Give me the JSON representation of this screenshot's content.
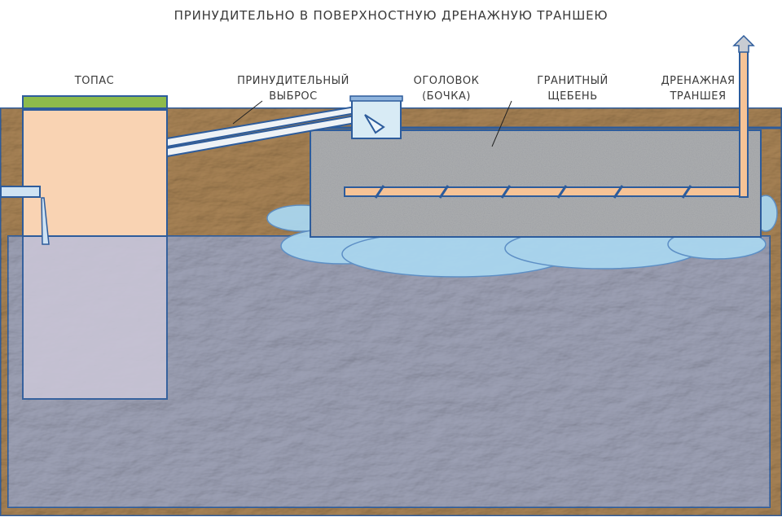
{
  "title": "ПРИНУДИТЕЛЬНО В ПОВЕРХНОСТНУЮ ДРЕНАЖНУЮ ТРАНШЕЮ",
  "labels": {
    "topas": "ТОПАС",
    "forced_discharge": [
      "ПРИНУДИТЕЛЬНЫЙ",
      "ВЫБРОС"
    ],
    "head": [
      "ОГОЛОВОК",
      "(БОЧКА)"
    ],
    "granite_gravel": [
      "ГРАНИТНЫЙ",
      "ЩЕБЕНЬ"
    ],
    "drainage_trench": [
      "ДРЕНАЖНАЯ",
      "ТРАНШЕЯ"
    ]
  },
  "colors": {
    "outline": "#2d5c9c",
    "soil": "#a98456",
    "groundwater": "#9ea2b6",
    "tank_body": "#f9d3b3",
    "tank_lid": "#8dbb4b",
    "tank_submerged": "#c9c5d6",
    "gravel": "#a9abad",
    "water": "#a9d6ef",
    "pipe": "#f6c396",
    "head_box": "#d8ebf5"
  }
}
